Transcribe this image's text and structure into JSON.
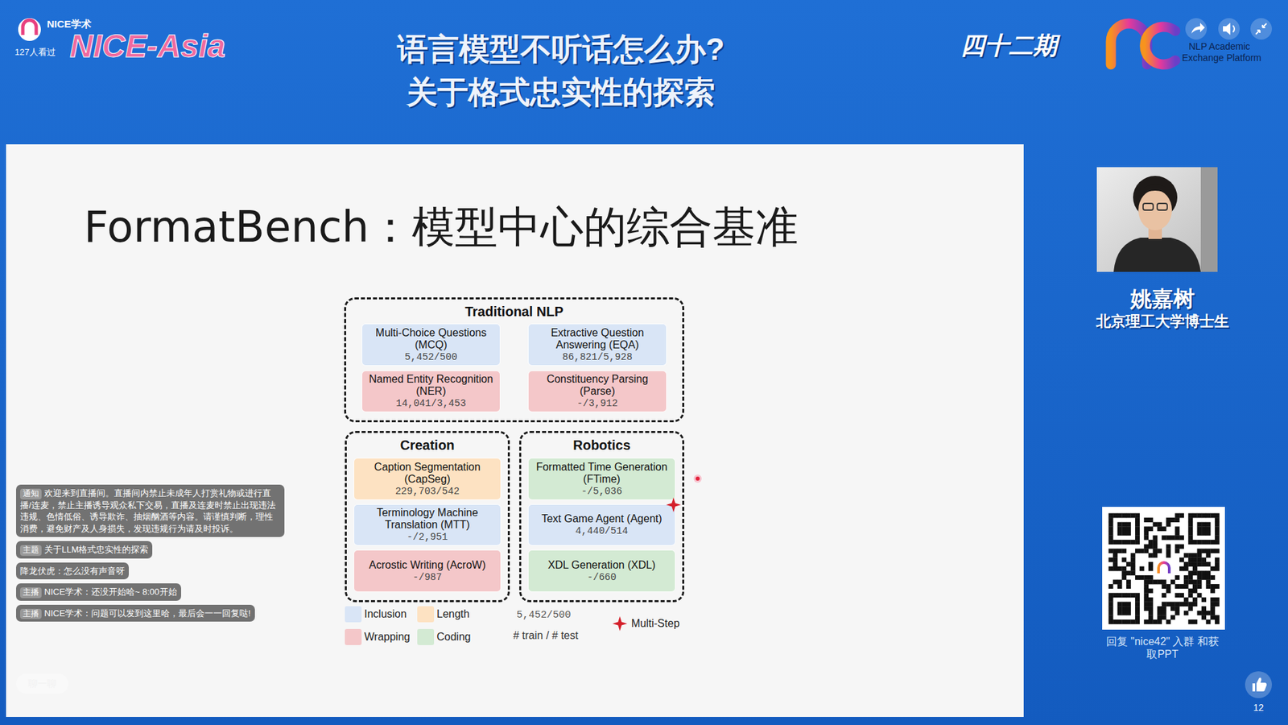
{
  "diagram": {
    "title": "FormatBench：模型中心的综合基准",
    "nodes": [
      {
        "text": [
          "Traditional NLP"
        ]
      },
      {
        "text": [
          "Multi-Choice Questions (MCQ)",
          "5,452/500"
        ],
        "in": 0
      },
      {
        "text": [
          "Extractive Question Answering (EQA)",
          "86,821/5,928"
        ],
        "in": 0
      },
      {
        "text": [
          "Named Entity Recognition (NER)",
          "14,041/3,453"
        ],
        "in": 0
      },
      {
        "text": [
          "Constituency Parsing (Parse)",
          "-/3,912"
        ],
        "in": 0
      },
      {
        "text": [
          "Creation"
        ]
      },
      {
        "text": [
          "Caption Segmentation (CapSeg)",
          "229,703/542"
        ],
        "in": 5
      },
      {
        "text": [
          "Terminology Machine Translation (MTT)",
          "-/2,951"
        ],
        "in": 5
      },
      {
        "text": [
          "Acrostic Writing (AcroW)",
          "-/987"
        ],
        "in": 5
      },
      {
        "text": [
          "Robotics"
        ]
      },
      {
        "text": [
          "Formatted Time Generation (FTime)",
          "-/5,036"
        ],
        "in": 9
      },
      {
        "text": [
          "Text Game Agent (Agent)",
          "4,440/514"
        ],
        "in": 9
      },
      {
        "text": [
          "XDL Generation (XDL)",
          "-/660"
        ],
        "in": 9
      }
    ],
    "labels": [
      "NICE学术",
      "127人看过",
      "NICE-Asia",
      "语言模型不听话怎么办?",
      "关于格式忠实性的探索",
      "四十二期",
      "NLP Academic",
      "Exchange Platform",
      "姚嘉树",
      "北京理工大学博士生",
      "回复 \"nice42\" 入群 和获取PPT",
      "12",
      "5,452/500",
      "# train / # test",
      "通知",
      "欢迎来到直播间。直播间内禁止未成年人打赏礼物或进行直播/连麦，禁止主播诱导观众私下交易，直播及连麦时禁止出现违法违规、色情低俗、诱导欺诈、抽烟酗酒等内容。请谨慎判断，理性消费，避免财产及人身损失，发现违规行为请及时投诉。",
      "主题",
      "关于LLM格式忠实性的探索",
      "降龙伏虎：怎么没有声音呀",
      "主播",
      "NICE学术：还没开始哈~ 8:00开始",
      "主播",
      "NICE学术：问题可以发到这里哈，最后会一一回复哒!",
      "聊一聊"
    ],
    "legend": [
      {
        "text": "Inclusion",
        "color": "#d9e5f6"
      },
      {
        "text": "Length",
        "color": "#fde2c2"
      },
      {
        "text": "Wrapping",
        "color": "#f4c7c9"
      },
      {
        "text": "Coding",
        "color": "#d3ead3"
      },
      {
        "text": "Multi-Step"
      }
    ]
  }
}
